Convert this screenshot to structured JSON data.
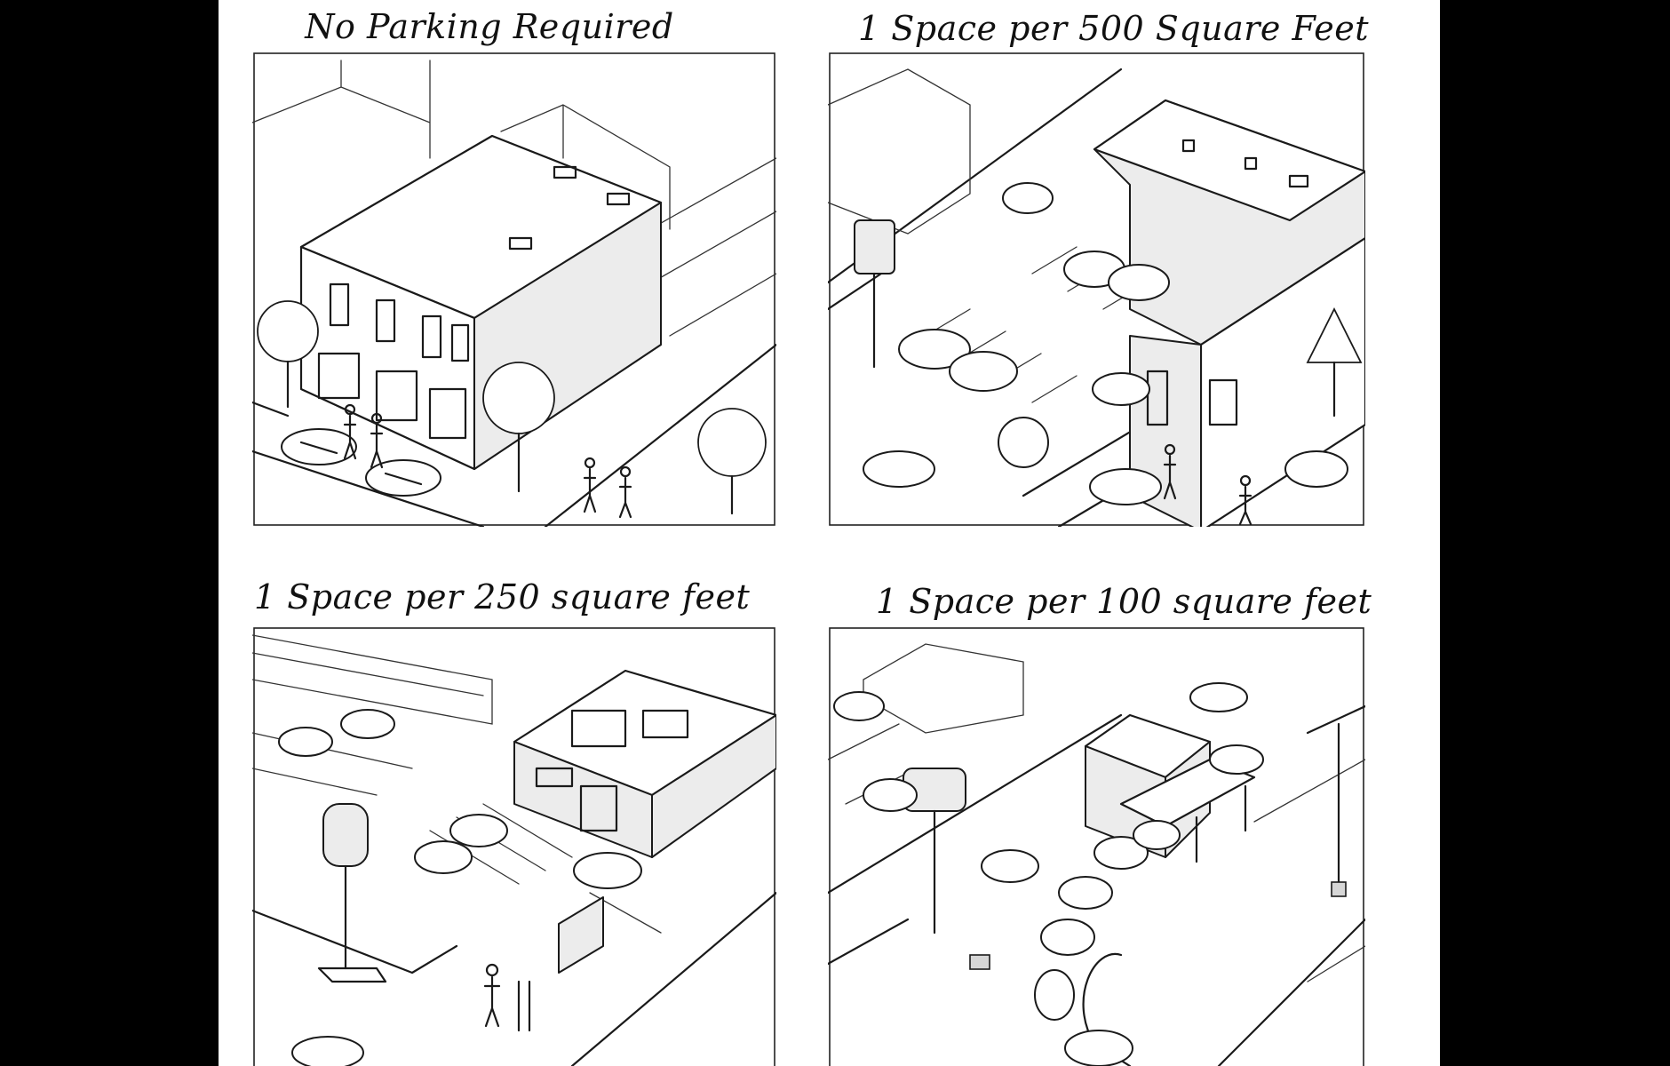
{
  "panels": [
    {
      "title": "No Parking Required"
    },
    {
      "title": "1 Space per 500 Square Feet"
    },
    {
      "title": "1 Space per 250 square feet"
    },
    {
      "title": "1 Space per 100 square feet"
    }
  ]
}
